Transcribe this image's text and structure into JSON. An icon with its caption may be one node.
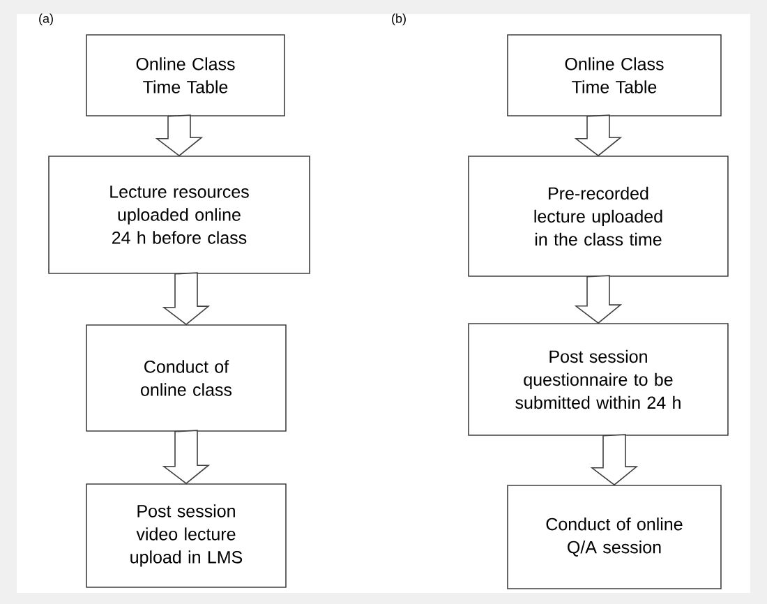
{
  "diagram": {
    "nodes": [
      {
        "text": [
          "Online Class Time Table"
        ]
      },
      {
        "text": [
          "Lecture resources uploaded online 24 h before class"
        ]
      },
      {
        "text": [
          "Conduct of online class"
        ]
      },
      {
        "text": [
          "Post session video lecture upload in LMS"
        ]
      },
      {
        "text": [
          "Online Class Time Table"
        ]
      },
      {
        "text": [
          "Pre-recorded lecture uploaded in the class time"
        ]
      },
      {
        "text": [
          "Post session questionnaire to be submitted within 24 h"
        ]
      },
      {
        "text": [
          "Conduct of online Q/A session"
        ]
      }
    ],
    "edges": [
      {
        "from": 0,
        "to": 1,
        "arrow": "to"
      },
      {
        "from": 1,
        "to": 2,
        "arrow": "to"
      },
      {
        "from": 2,
        "to": 3,
        "arrow": "to"
      },
      {
        "from": 4,
        "to": 5,
        "arrow": "to"
      },
      {
        "from": 5,
        "to": 6,
        "arrow": "to"
      },
      {
        "from": 6,
        "to": 7,
        "arrow": "to"
      }
    ],
    "labels": [
      "(a)",
      "(b)"
    ]
  }
}
